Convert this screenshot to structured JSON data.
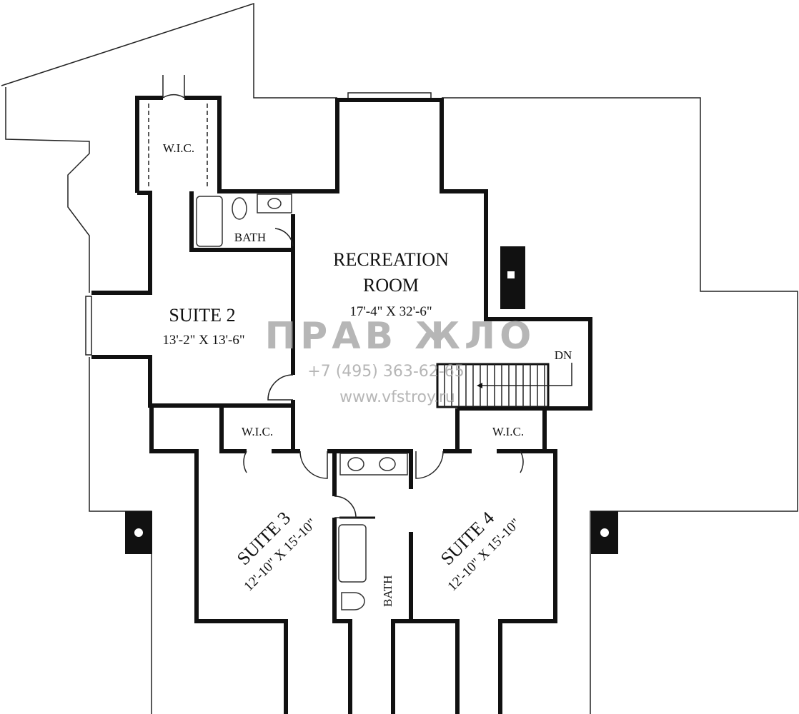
{
  "rooms": {
    "recreation": {
      "name_line1": "RECREATION",
      "name_line2": "ROOM",
      "size": "17'-4\" X 32'-6\""
    },
    "suite2": {
      "name": "SUITE 2",
      "size": "13'-2\" X 13'-6\""
    },
    "suite3": {
      "name": "SUITE 3",
      "size": "12'-10\" X 15'-10\""
    },
    "suite4": {
      "name": "SUITE 4",
      "size": "12'-10\" X 15'-10\""
    },
    "wic_top": "W.I.C.",
    "wic_left": "W.I.C.",
    "wic_right": "W.I.C.",
    "bath_top": "BATH",
    "bath_bottom": "BATH",
    "stairs": "DN"
  },
  "watermark": {
    "logo": "ПРАВ ЖЛО",
    "phone": "+7 (495) 363-62-65",
    "website": "www.vfstroy.ru"
  }
}
